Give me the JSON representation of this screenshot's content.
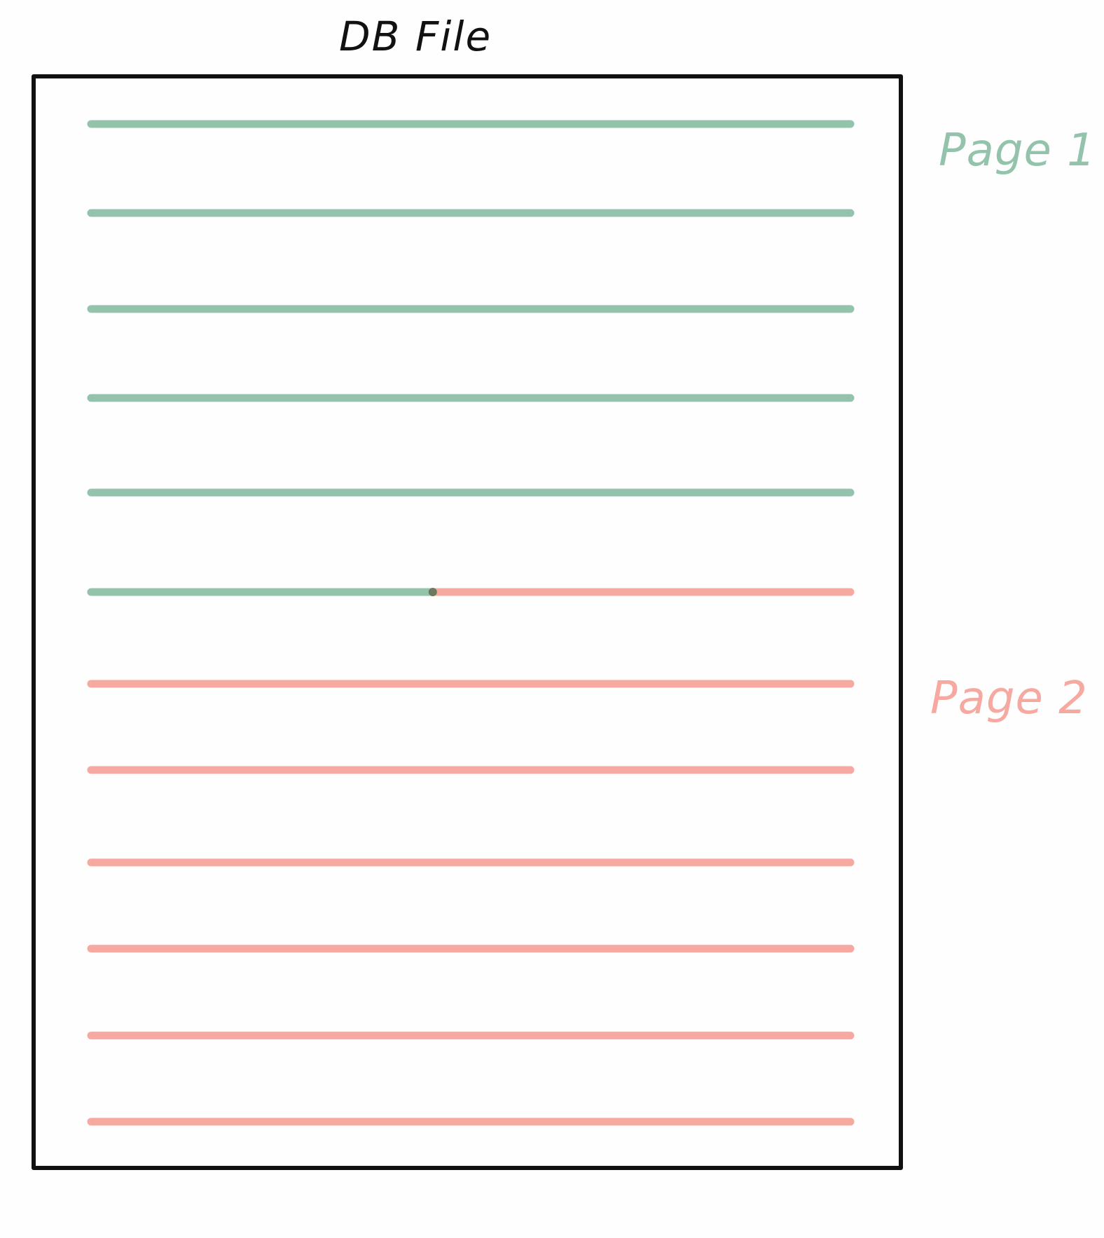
{
  "title": "DB File",
  "colors": {
    "frame": "#111111",
    "page1": "#93c4ab",
    "page2": "#f5a9a0",
    "boundary_dot": "#6b7a5e"
  },
  "pages": [
    {
      "label": "Page 1",
      "color": "#93c4ab"
    },
    {
      "label": "Page 2",
      "color": "#f5a9a0"
    }
  ],
  "file_rows": {
    "page1_full_rows": 5,
    "split_row": {
      "page1_fraction": 0.45,
      "page2_fraction": 0.55
    },
    "page2_full_rows": 6
  }
}
